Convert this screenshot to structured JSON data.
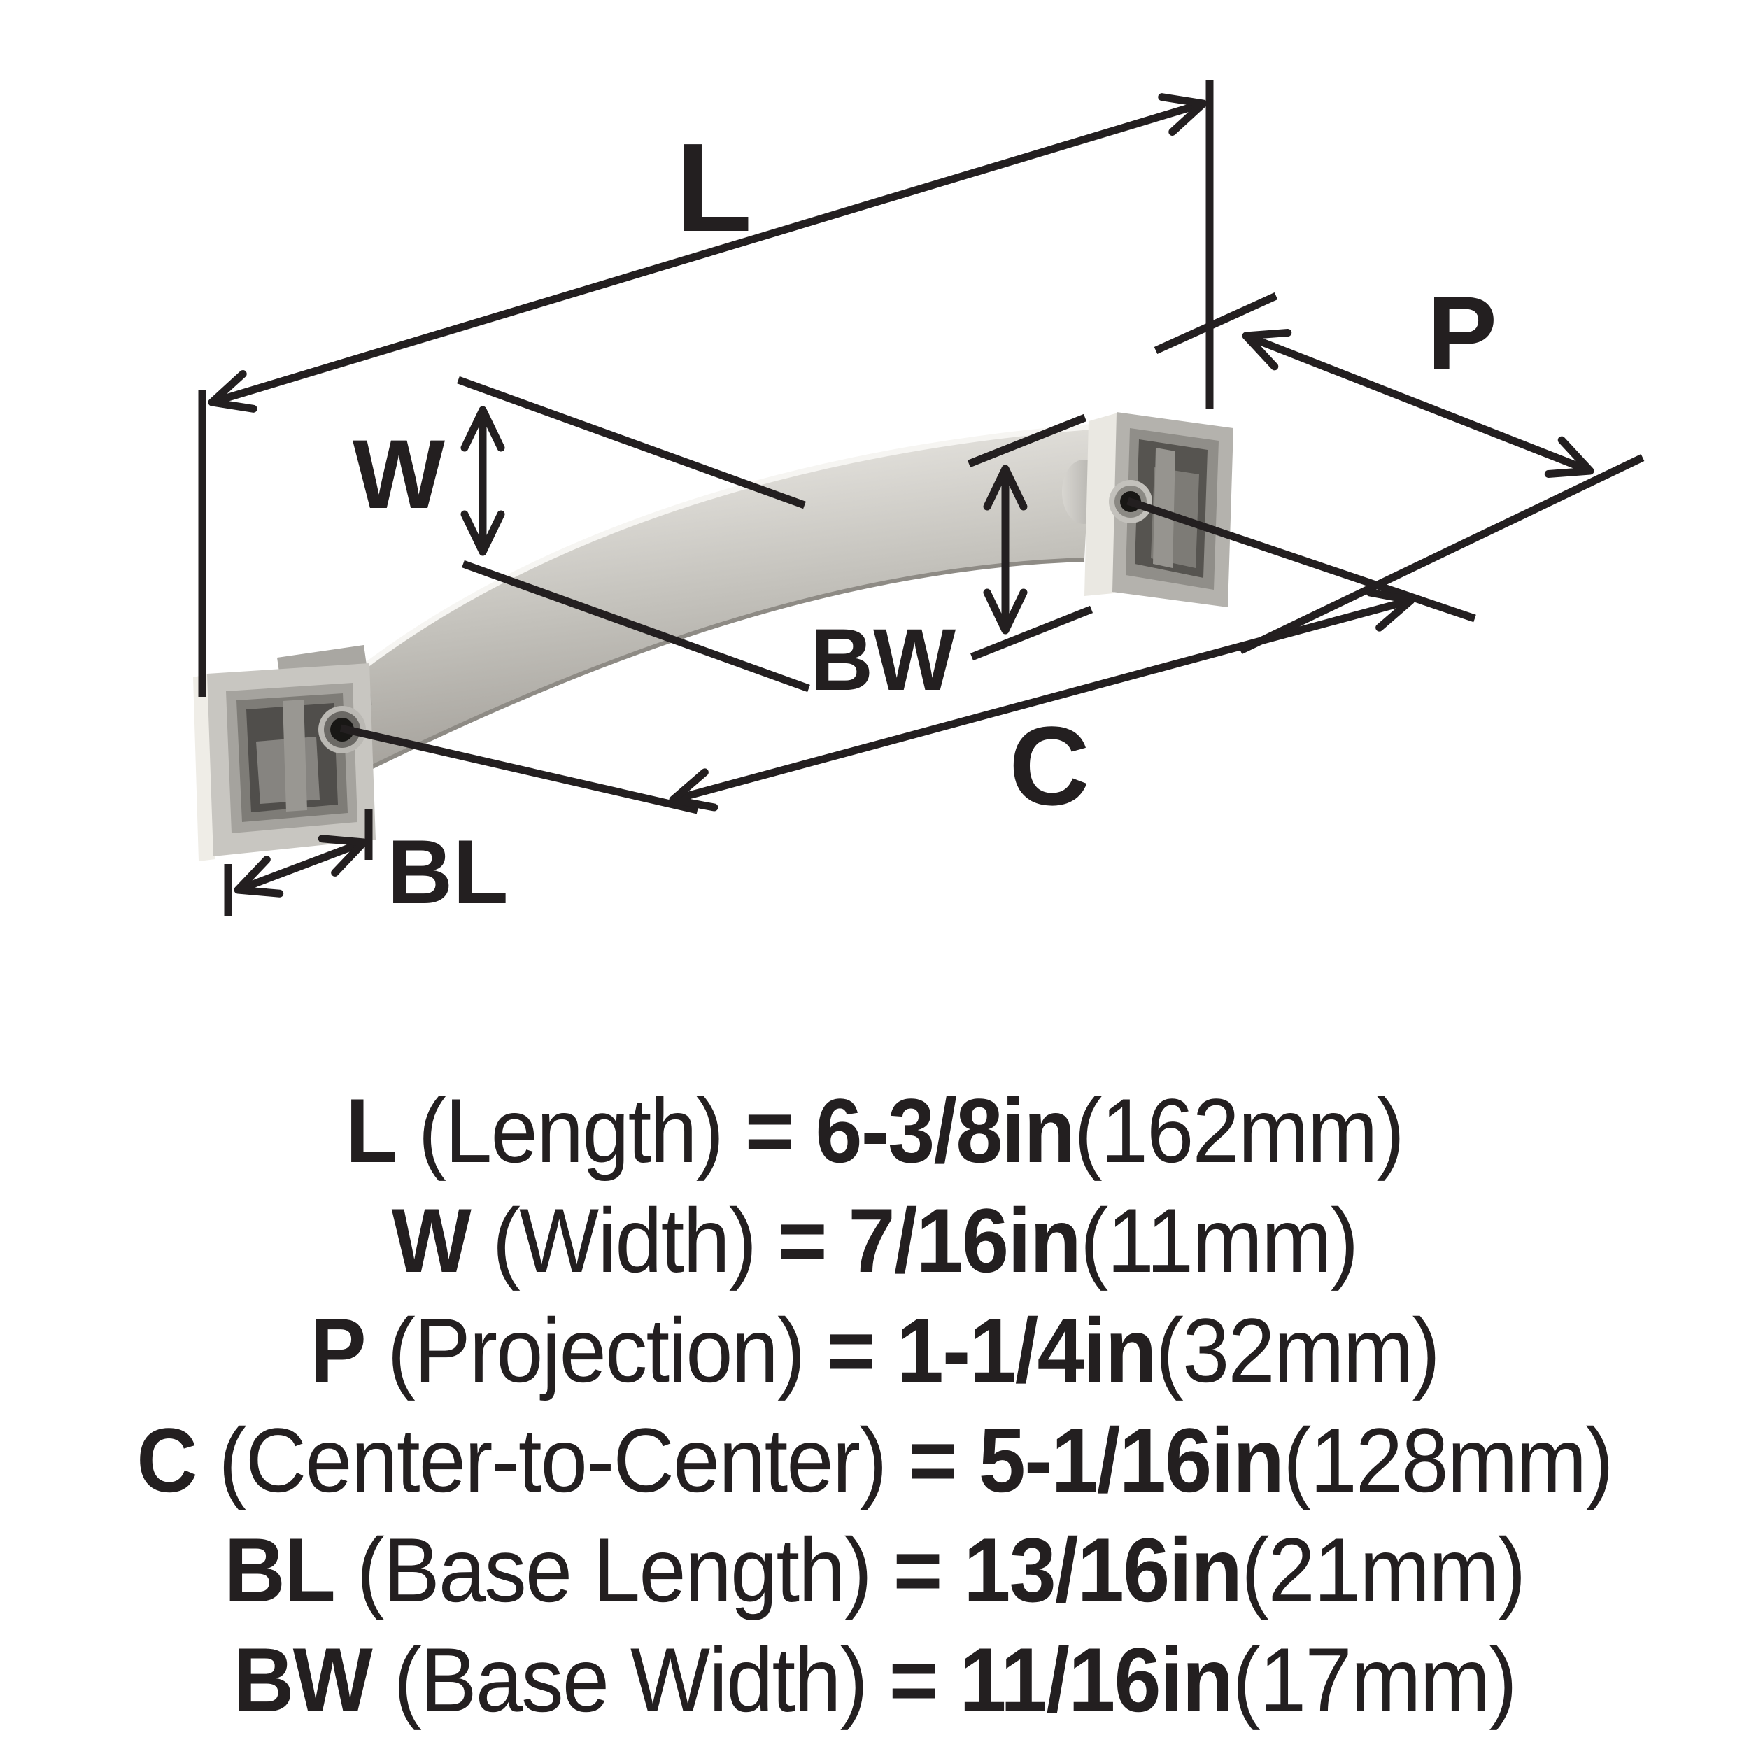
{
  "figure": {
    "type": "product-dimension-diagram",
    "subject": "arched cabinet pull handle with square mounting bases",
    "finish": "brushed nickel"
  },
  "diagram": {
    "labels": {
      "length": "L",
      "width": "W",
      "projection": "P",
      "center_to_center": "C",
      "base_length": "BL",
      "base_width": "BW"
    }
  },
  "legend": [
    {
      "code": "L",
      "name": " (Length) ",
      "value": "= 6-3/8in",
      "metric": "(162mm)"
    },
    {
      "code": "W",
      "name": " (Width) ",
      "value": "= 7/16in",
      "metric": "(11mm)"
    },
    {
      "code": "P",
      "name": " (Projection) ",
      "value": "= 1-1/4in",
      "metric": "(32mm)"
    },
    {
      "code": "C",
      "name": " (Center-to-Center) ",
      "value": "= 5-1/16in",
      "metric": "(128mm)"
    },
    {
      "code": "BL",
      "name": " (Base Length) ",
      "value": "= 13/16in",
      "metric": "(21mm)"
    },
    {
      "code": "BW",
      "name": " (Base Width) ",
      "value": "= 11/16in",
      "metric": "(17mm)"
    }
  ],
  "colors": {
    "line": "#231f20",
    "text": "#231f20",
    "background": "#ffffff",
    "metal_highlight": "#f2f1ed",
    "metal_light": "#dddbd6",
    "metal_mid": "#c3c1bb",
    "metal_dark": "#9d9a94",
    "base_face": "#c8c6c1",
    "base_recess": "#504e4b",
    "hole_core": "#181715"
  }
}
